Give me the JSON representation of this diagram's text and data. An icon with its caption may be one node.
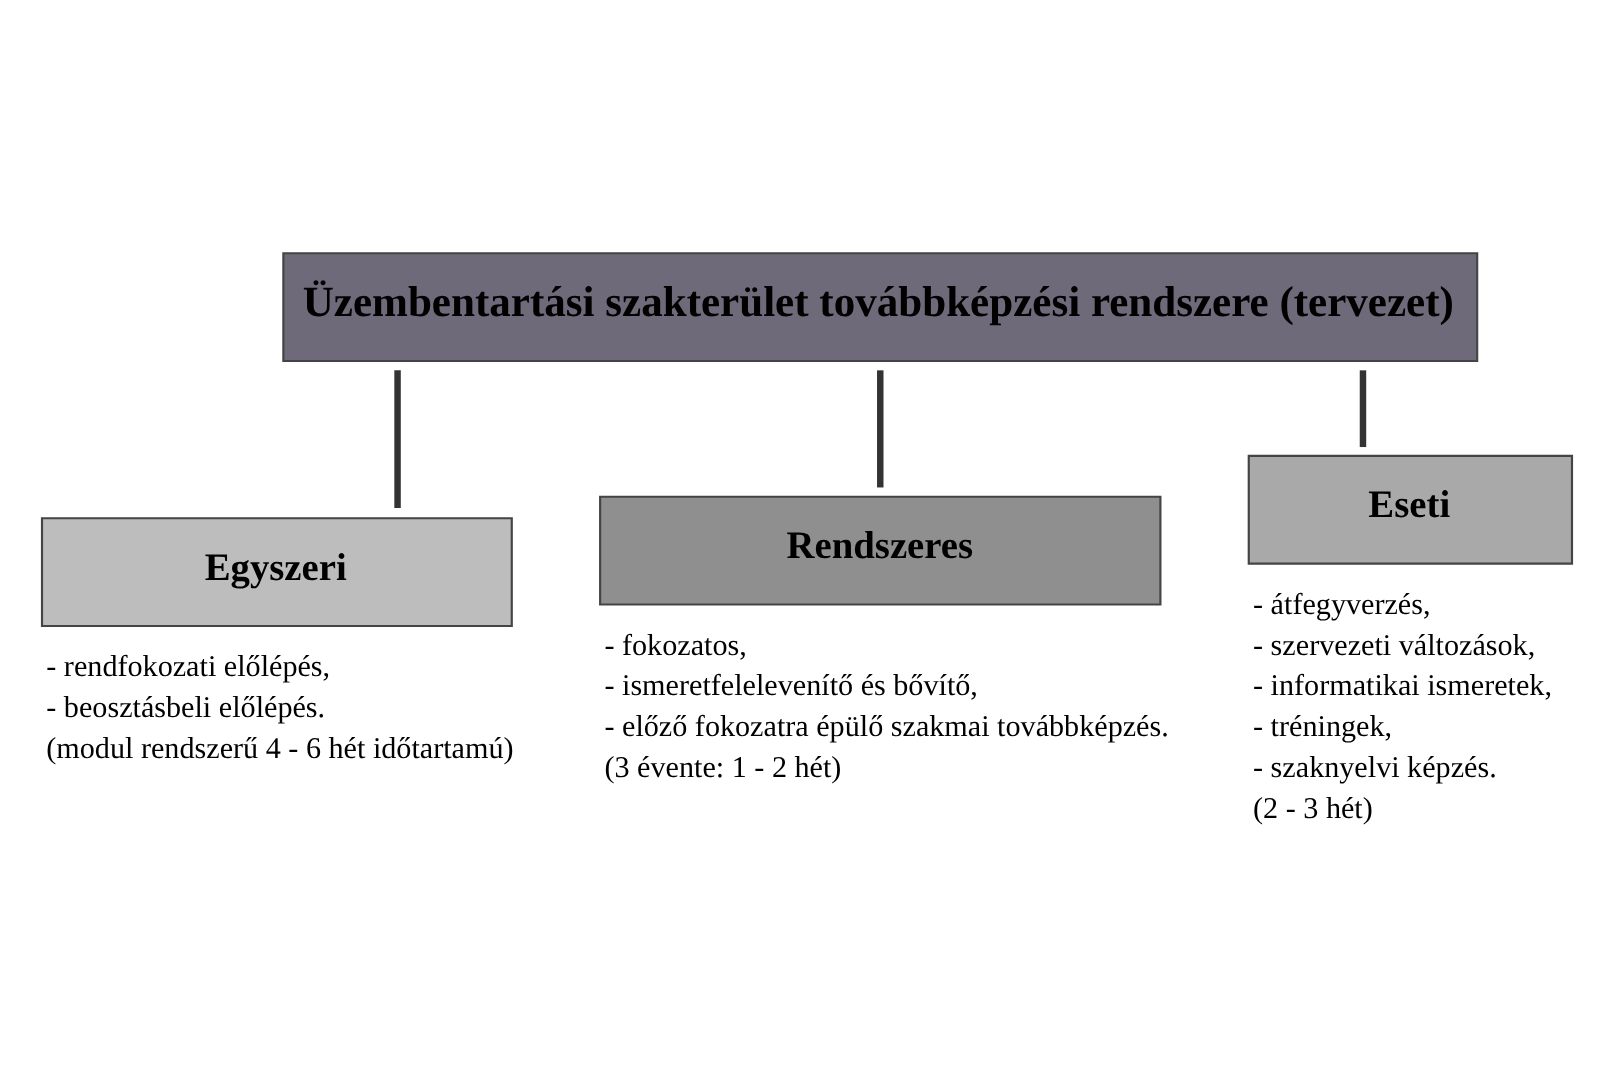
{
  "diagram": {
    "nodes": [
      {
        "text": [
          "Üzembentartási szakterület továbbképzési rendszere (tervezet)"
        ]
      },
      {
        "text": [
          "Egyszeri"
        ],
        "beside": [
          "- rendfokozati előlépés,",
          "- beosztásbeli előlépés.",
          "(modul rendszerű 4 - 6 hét időtartamú)"
        ]
      },
      {
        "text": [
          "Rendszeres"
        ],
        "beside": [
          "- fokozatos,",
          "- ismeretfelelevenítő és bővítő,",
          "- előző fokozatra épülő szakmai továbbképzés.",
          "(3 évente: 1 - 2 hét)"
        ]
      },
      {
        "text": [
          "Eseti"
        ],
        "beside": [
          "- átfegyverzés,",
          "- szervezeti változások,",
          "- informatikai ismeretek,",
          "- tréningek,",
          "- szaknyelvi képzés.",
          "(2 - 3 hét)"
        ]
      }
    ],
    "edges": [
      {
        "from": 0,
        "to": 1,
        "arrow": "none"
      },
      {
        "from": 0,
        "to": 2,
        "arrow": "none"
      },
      {
        "from": 0,
        "to": 3,
        "arrow": "none"
      }
    ]
  }
}
